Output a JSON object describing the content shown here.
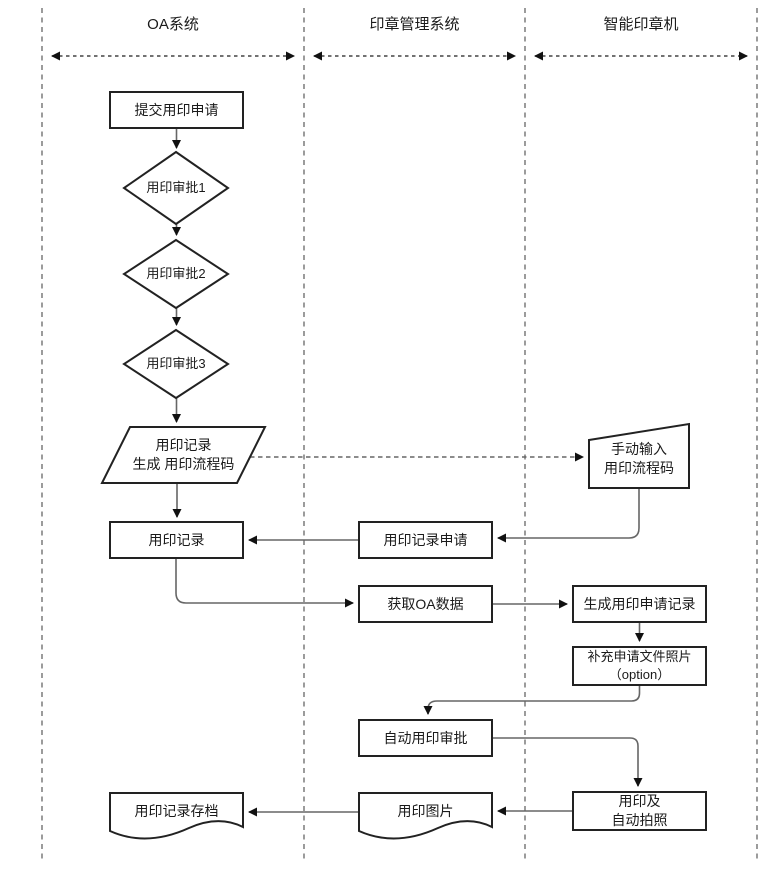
{
  "lanes": [
    {
      "label": "OA系统"
    },
    {
      "label": "印章管理系统"
    },
    {
      "label": "智能印章机"
    }
  ],
  "nodes": {
    "submit": {
      "label": "提交用印申请"
    },
    "approval1": {
      "label": "用印审批1"
    },
    "approval2": {
      "label": "用印审批2"
    },
    "approval3": {
      "label": "用印审批3"
    },
    "record_gen": {
      "line1": "用印记录",
      "line2": "生成 用印流程码"
    },
    "manual_input": {
      "line1": "手动输入",
      "line2": "用印流程码"
    },
    "record": {
      "label": "用印记录"
    },
    "record_request": {
      "label": "用印记录申请"
    },
    "fetch_oa": {
      "label": "获取OA数据"
    },
    "create_request_record": {
      "label": "生成用印申请记录"
    },
    "supplement_photo": {
      "line1": "补充申请文件照片",
      "line2": "（option）"
    },
    "auto_approval": {
      "label": "自动用印审批"
    },
    "seal_and_photo": {
      "line1": "用印及",
      "line2": "自动拍照"
    },
    "seal_image": {
      "label": "用印图片"
    },
    "record_archive": {
      "label": "用印记录存档"
    }
  },
  "colors": {
    "shape_stroke": "#222222",
    "connector": "#666666",
    "lane_divider": "#8a8a8a",
    "dotted_span_arrow": "#444444",
    "background": "#ffffff"
  }
}
